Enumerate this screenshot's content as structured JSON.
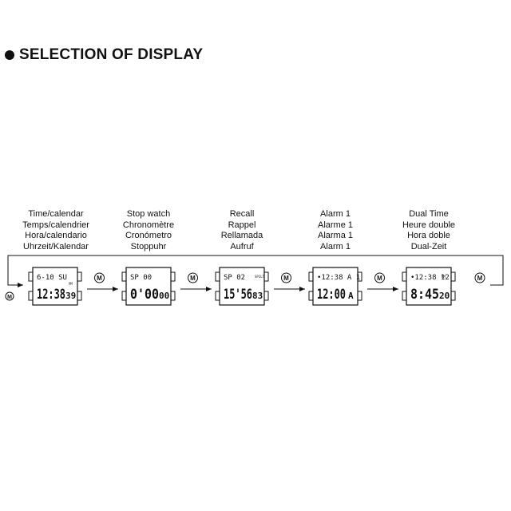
{
  "heading": {
    "title": "SELECTION OF DISPLAY"
  },
  "mode_button_label": "M",
  "modes": [
    {
      "labels": [
        "Time/calendar",
        "Temps/calendrier",
        "Hora/calendario",
        "Uhrzeit/Kalendar"
      ],
      "lcd": {
        "top": "6-10 SU",
        "top_mark": "",
        "main": "12:38",
        "small": "39",
        "pm": "PM",
        "suffix": ""
      }
    },
    {
      "labels": [
        "Stop watch",
        "Chronomètre",
        "Cronómetro",
        "Stoppuhr"
      ],
      "lcd": {
        "top": "SP 00",
        "top_mark": "",
        "main": "0'00",
        "small": "00",
        "pm": "",
        "suffix": ""
      }
    },
    {
      "labels": [
        "Recall",
        "Rappel",
        "Rellamada",
        "Aufruf"
      ],
      "lcd": {
        "top": "SP 02",
        "top_mark": "SPILT",
        "main": "15'56",
        "small": "83",
        "pm": "",
        "suffix": ""
      }
    },
    {
      "labels": [
        "Alarm 1",
        "Alarme 1",
        "Alarma 1",
        "Alarm 1"
      ],
      "lcd": {
        "top": "•12:38 A 1",
        "top_mark": "",
        "main": "12:00",
        "small": "",
        "pm": "",
        "suffix": "A"
      }
    },
    {
      "labels": [
        "Dual Time",
        "Heure double",
        "Hora doble",
        "Dual-Zeit"
      ],
      "lcd": {
        "top": "•12:38 12",
        "top_mark": "PM",
        "main": "8:45",
        "small": "20",
        "pm": "",
        "suffix": ""
      }
    }
  ]
}
